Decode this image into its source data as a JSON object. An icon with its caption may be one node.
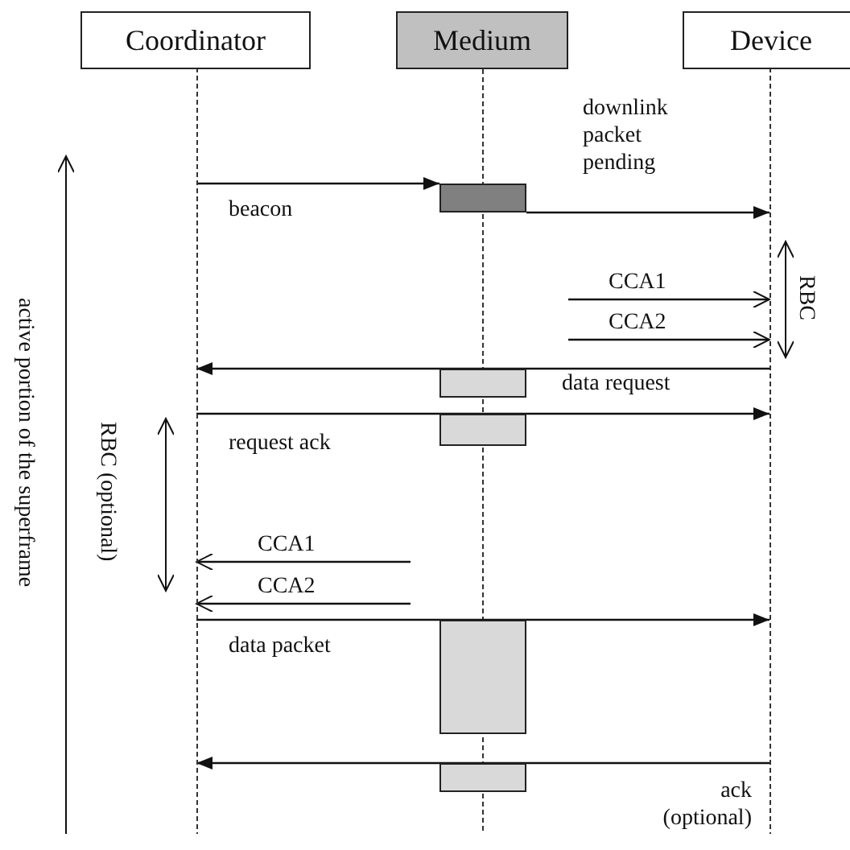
{
  "diagram": {
    "nodes": [
      {
        "text": [
          "Coordinator"
        ]
      },
      {
        "text": [
          "Medium"
        ]
      },
      {
        "text": [
          "Device"
        ]
      },
      {
        "text": [],
        "shape": "box"
      },
      {
        "text": [],
        "shape": "box"
      },
      {
        "text": [],
        "shape": "box"
      },
      {
        "text": [],
        "shape": "box"
      },
      {
        "text": [],
        "shape": "box"
      }
    ],
    "edges": [
      {
        "from": 0,
        "to": 3,
        "arrow": "to",
        "label": "beacon"
      },
      {
        "from": 3,
        "to": 2,
        "arrow": "to",
        "label": "downlink packet pending"
      },
      {
        "from": null,
        "to": 2,
        "arrow": "to",
        "label": "CCA1"
      },
      {
        "from": null,
        "to": 2,
        "arrow": "to",
        "label": "CCA2"
      },
      {
        "from": 2,
        "to": 0,
        "arrow": "to",
        "label": "data request"
      },
      {
        "from": 0,
        "to": 2,
        "arrow": "to",
        "label": "request ack"
      },
      {
        "from": null,
        "to": 0,
        "arrow": "to",
        "label": "CCA1"
      },
      {
        "from": null,
        "to": 0,
        "arrow": "to",
        "label": "CCA2"
      },
      {
        "from": 0,
        "to": 2,
        "arrow": "to",
        "label": "data packet"
      },
      {
        "from": 2,
        "to": 0,
        "arrow": "to",
        "label": "ack (optional)"
      }
    ],
    "labels": [
      "RBC",
      "RBC (optional)",
      "active portion of the superframe"
    ]
  }
}
